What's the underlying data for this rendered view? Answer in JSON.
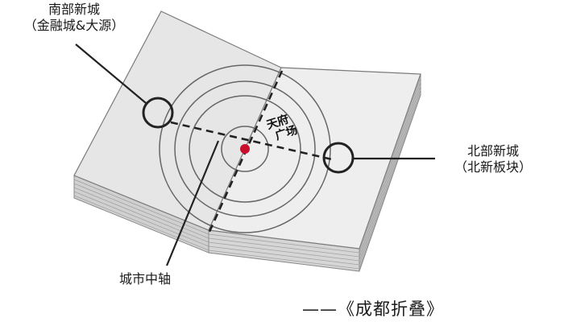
{
  "labels": {
    "south_line1": "南部新城",
    "south_line2": "（金融城&大源）",
    "north_line1": "北部新城",
    "north_line2": "（北新板块）",
    "tianfu_line1": "天府",
    "tianfu_line2": "广场",
    "axis": "城市中轴",
    "caption": "——《成都折叠》"
  },
  "colors": {
    "paper_left": "#e6e6e6",
    "paper_right": "#eeeeee",
    "paper_edge": "#9a9a9a",
    "ring": "#666666",
    "center_dot": "#c8102e",
    "marker": "#222222"
  }
}
